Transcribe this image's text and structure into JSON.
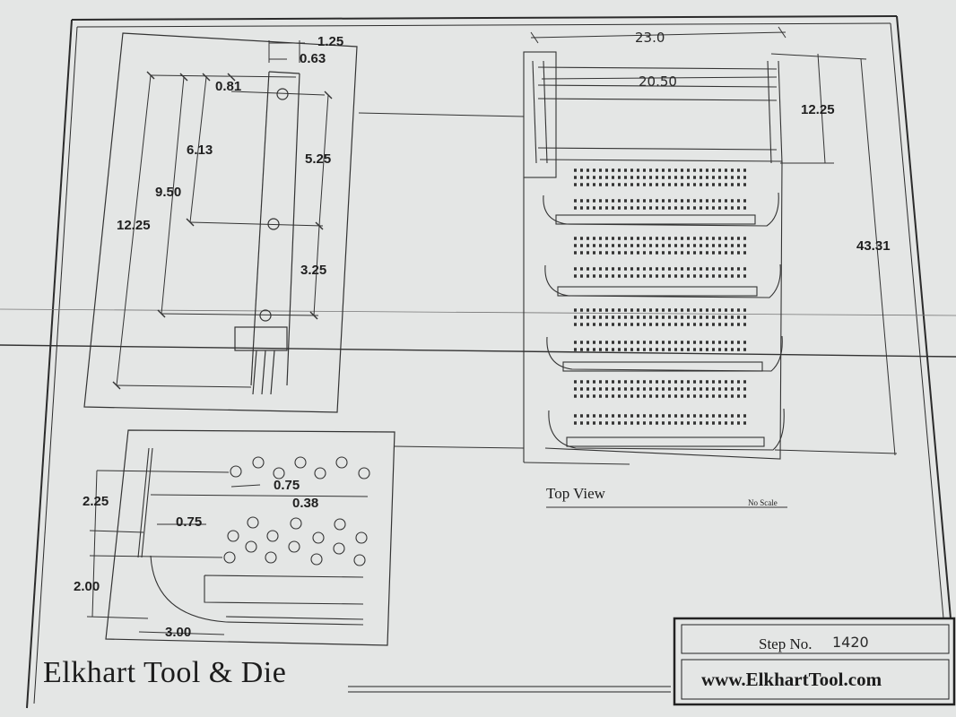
{
  "company_name": "Elkhart Tool & Die",
  "view_label": "Top View",
  "scale_note": "No Scale",
  "title_block": {
    "step_label": "Step No.",
    "step_value": "1420",
    "website": "www.ElkhartTool.com"
  },
  "side_bracket_dims": {
    "slot_width": "1.25",
    "slot_offset": "0.63",
    "top_hole": "0.81",
    "to_mid_hole": "6.13",
    "to_low_hole": "9.50",
    "overall_height": "12.25",
    "mid_spacing": "5.25",
    "low_spacing": "3.25"
  },
  "tread_detail_dims": {
    "hole_pitch": "0.75",
    "hole_diameter": "0.38",
    "edge_offset": "0.75",
    "row_offset": "2.25",
    "corner_height": "2.00",
    "corner_width": "3.00"
  },
  "top_view_dims": {
    "overall_width": "23.0",
    "inner_width": "20.50",
    "frame_depth": "12.25",
    "overall_depth": "43.31"
  }
}
